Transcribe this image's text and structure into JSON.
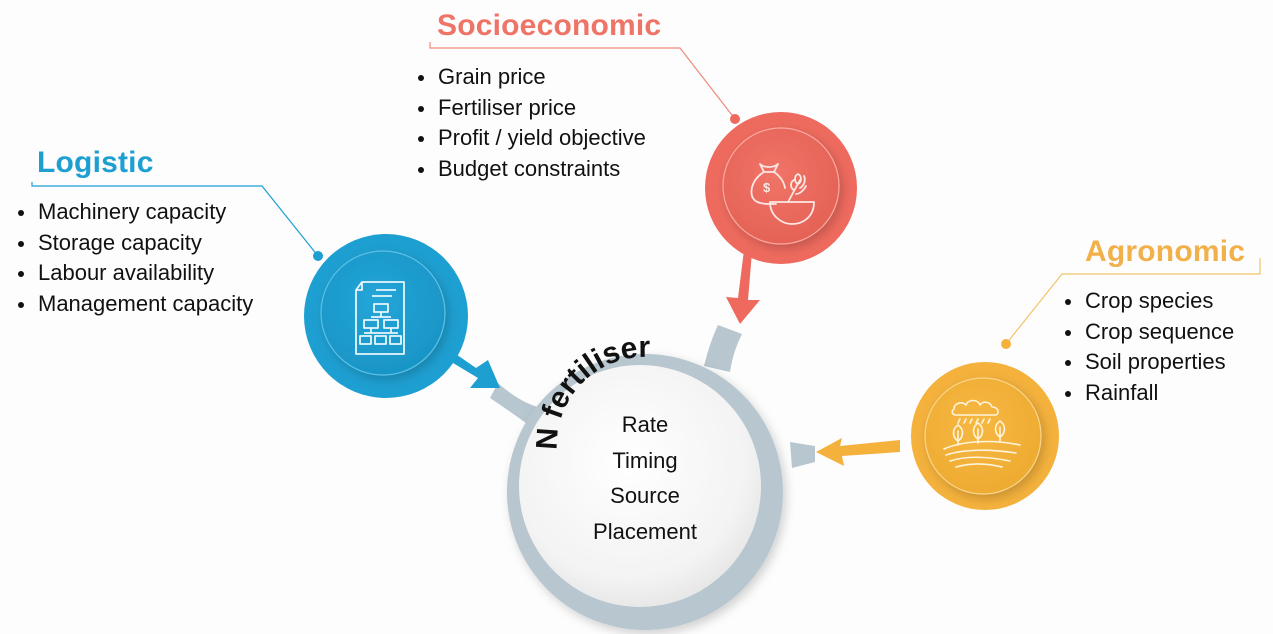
{
  "center": {
    "title": "N fertiliser",
    "items": [
      "Rate",
      "Timing",
      "Source",
      "Placement"
    ]
  },
  "groups": {
    "logistic": {
      "title": "Logistic",
      "color": "#1e9fd1",
      "icon": "document-flowchart-icon",
      "items": [
        "Machinery capacity",
        "Storage capacity",
        "Labour availability",
        "Management capacity"
      ]
    },
    "socioeconomic": {
      "title": "Socioeconomic",
      "color": "#ee6a5e",
      "icon": "money-bag-grain-bowl-icon",
      "items": [
        "Grain price",
        "Fertiliser price",
        "Profit / yield objective",
        "Budget constraints"
      ]
    },
    "agronomic": {
      "title": "Agronomic",
      "color": "#f4b13c",
      "icon": "rain-field-crops-icon",
      "items": [
        "Crop species",
        "Crop sequence",
        "Soil properties",
        "Rainfall"
      ]
    }
  },
  "colors": {
    "hub_ring": "#b7c6cf",
    "hub_fill": "#f4f4f4"
  }
}
